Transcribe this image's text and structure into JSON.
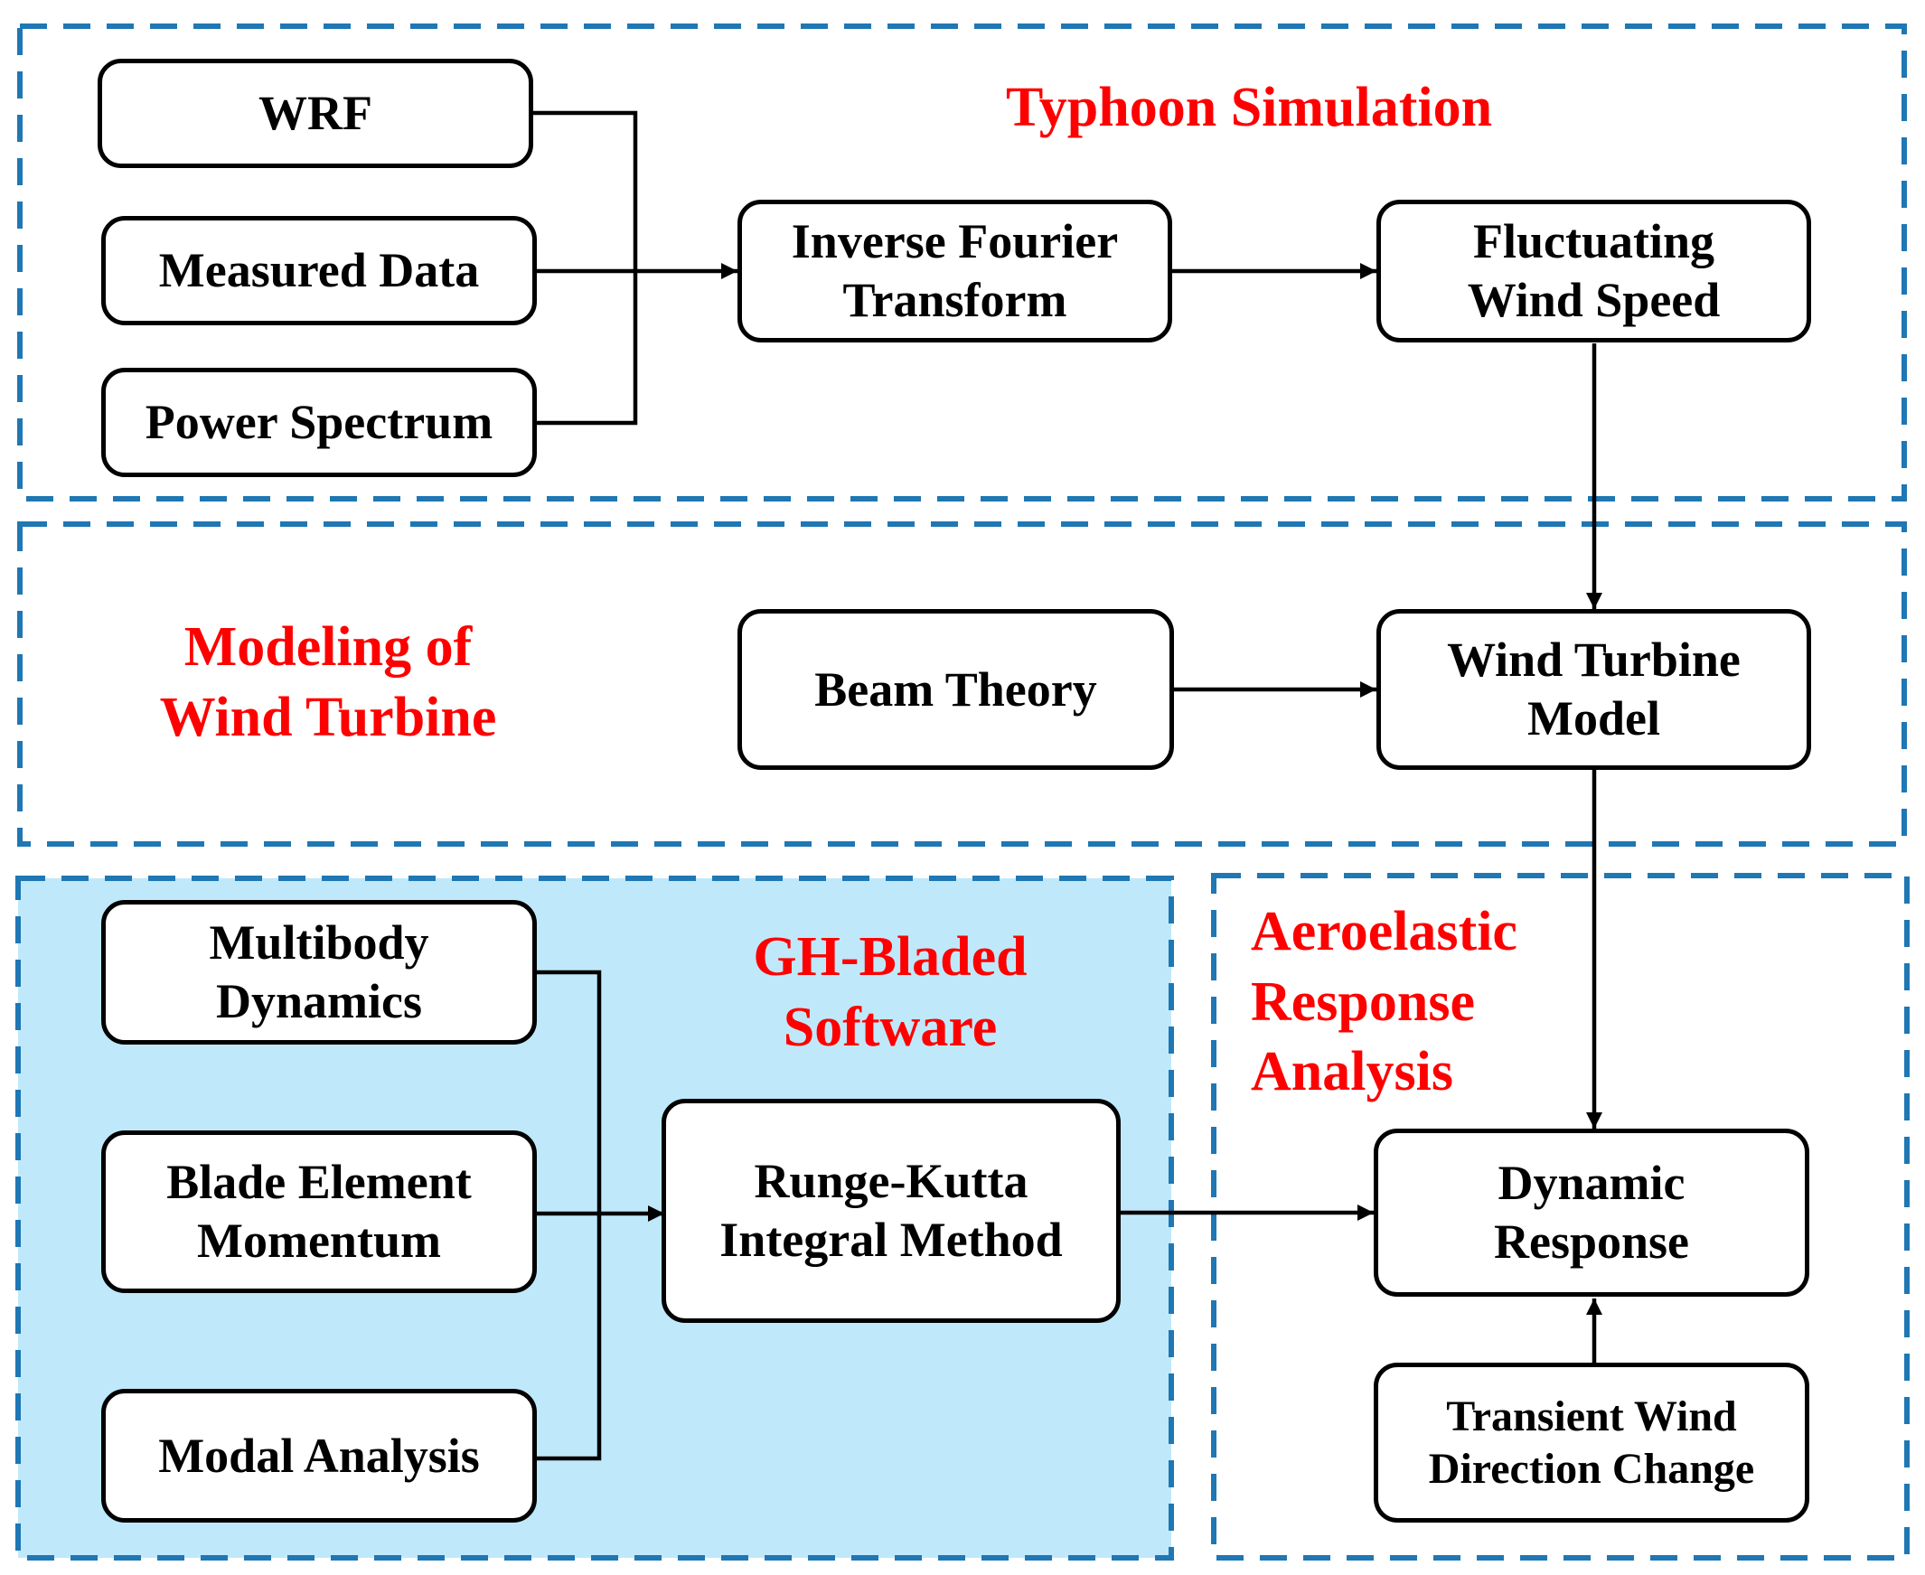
{
  "colors": {
    "section_title": "#ff0000",
    "dashed_border": "#1f77b4",
    "highlight_fill": "#bfe9fb",
    "box_border": "#000000",
    "box_fill": "#ffffff"
  },
  "sections": {
    "typhoon": {
      "title": "Typhoon Simulation"
    },
    "modeling": {
      "title_lines": [
        "Modeling of",
        "Wind Turbine"
      ]
    },
    "bladed": {
      "title_lines": [
        "GH-Bladed",
        "Software"
      ]
    },
    "aeroelastic": {
      "title_lines": [
        "Aeroelastic",
        "Response",
        "Analysis"
      ]
    }
  },
  "boxes": {
    "wrf": {
      "lines": [
        "WRF"
      ]
    },
    "measured_data": {
      "lines": [
        "Measured Data"
      ]
    },
    "power_spectrum": {
      "lines": [
        "Power Spectrum"
      ]
    },
    "inverse_fourier": {
      "lines": [
        "Inverse Fourier",
        "Transform"
      ]
    },
    "fluctuating_wind": {
      "lines": [
        "Fluctuating",
        "Wind Speed"
      ]
    },
    "beam_theory": {
      "lines": [
        "Beam Theory"
      ]
    },
    "wind_turbine_model": {
      "lines": [
        "Wind Turbine",
        "Model"
      ]
    },
    "multibody": {
      "lines": [
        "Multibody",
        "Dynamics"
      ]
    },
    "blade_element": {
      "lines": [
        "Blade Element",
        "Momentum"
      ]
    },
    "modal_analysis": {
      "lines": [
        "Modal Analysis"
      ]
    },
    "runge_kutta": {
      "lines": [
        "Runge-Kutta",
        "Integral Method"
      ]
    },
    "dynamic_response": {
      "lines": [
        "Dynamic",
        "Response"
      ]
    },
    "transient_wind": {
      "lines": [
        "Transient Wind",
        "Direction Change"
      ]
    }
  }
}
